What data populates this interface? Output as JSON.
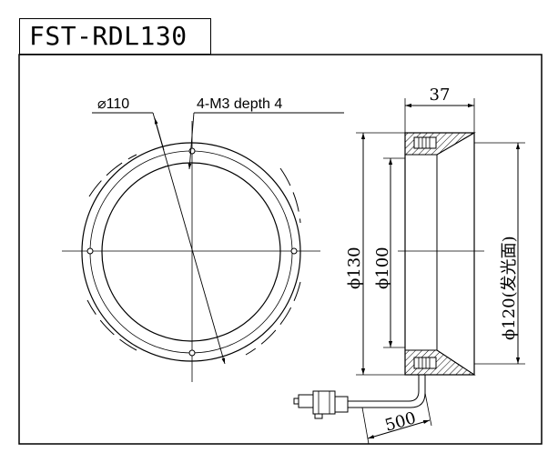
{
  "title": "FST-RDL130",
  "front_view": {
    "bolt_circle_label": "⌀110",
    "thread_label": "4-M3 depth 4"
  },
  "side_view": {
    "width_label": "37",
    "outer_dia_label": "ϕ130",
    "inner_dia_label": "ϕ100",
    "emit_dia_label": "ϕ120(发光面)",
    "cable_length_label": "500"
  }
}
